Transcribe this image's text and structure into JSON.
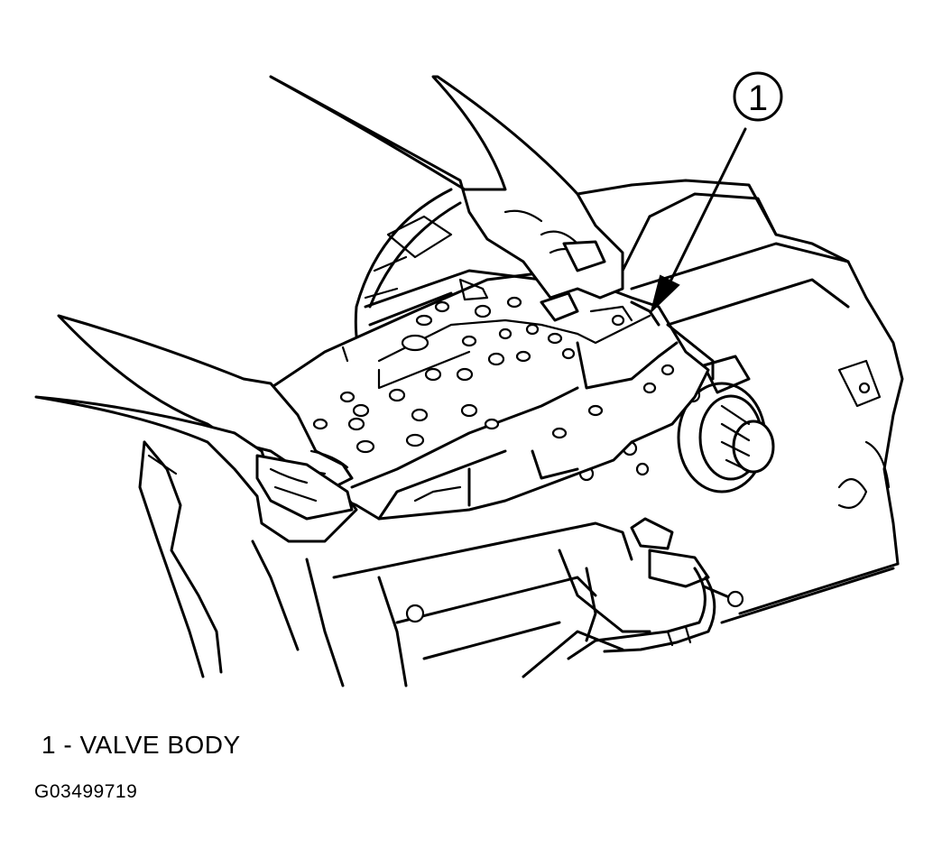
{
  "callout": {
    "number": "1"
  },
  "legend": {
    "items": [
      {
        "number": "1",
        "text": "1 - VALVE BODY"
      }
    ]
  },
  "figure": {
    "id": "G03499719"
  }
}
